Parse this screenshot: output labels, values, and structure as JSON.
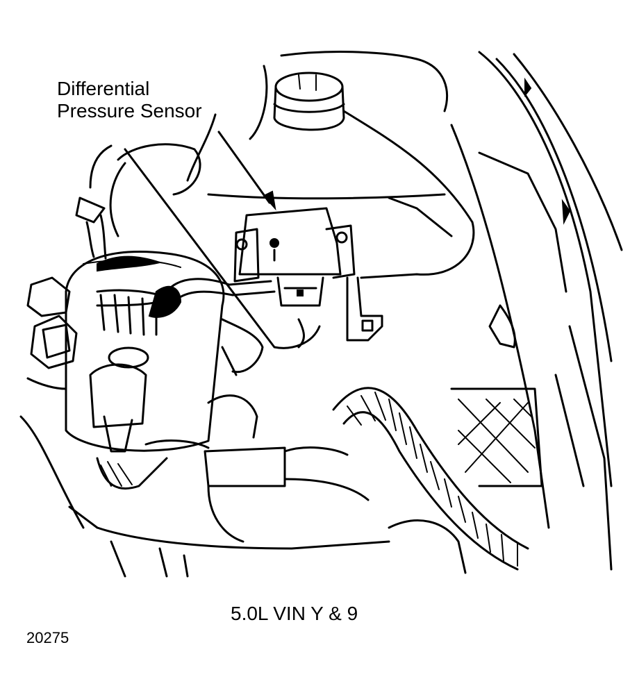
{
  "callout": {
    "line1": "Differential",
    "line2": "Pressure Sensor"
  },
  "caption": "5.0L VIN Y & 9",
  "figure_number": "20275",
  "colors": {
    "ink": "#000000",
    "paper": "#ffffff"
  }
}
